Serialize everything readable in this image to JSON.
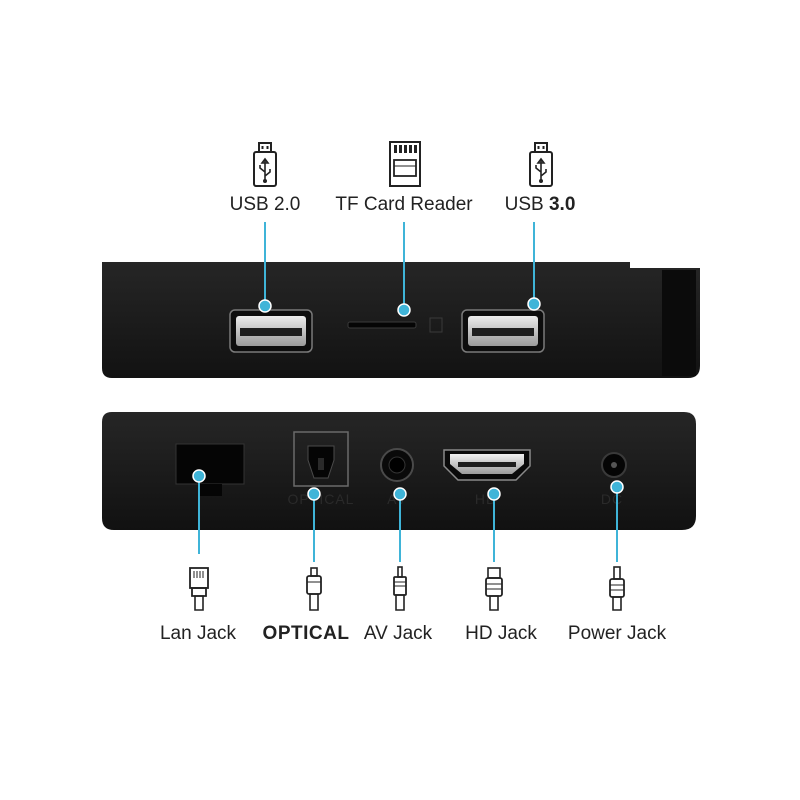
{
  "top_labels": {
    "usb2": "USB 2.0",
    "tf": "TF Card Reader",
    "usb3_prefix": "USB ",
    "usb3_version": "3.0"
  },
  "device_print": {
    "optical": "OPTICAL",
    "av": "AV",
    "hd": "HD",
    "dc": "DC"
  },
  "bottom_labels": {
    "lan": "Lan Jack",
    "optical": "OPTICAL",
    "av": "AV Jack",
    "hd": "HD Jack",
    "power": "Power Jack"
  },
  "colors": {
    "accent": "#3fb4d8",
    "device": "#1a1a1a",
    "background": "#ffffff"
  }
}
